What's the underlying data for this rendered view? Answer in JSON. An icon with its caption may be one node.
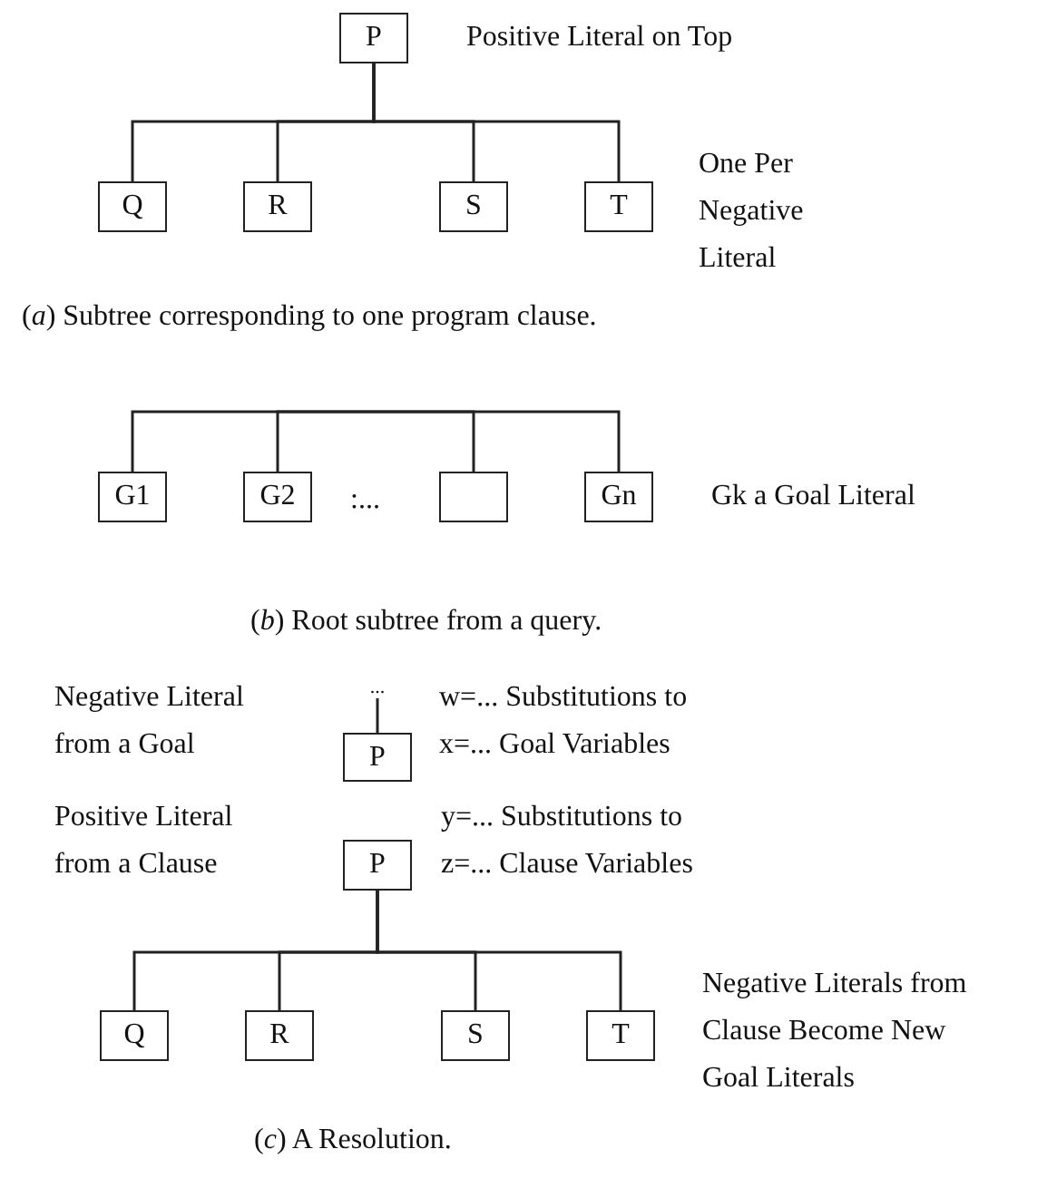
{
  "diagram": {
    "nodes": [
      {
        "text": [
          "P"
        ],
        "beside": [
          "Positive Literal on Top"
        ]
      },
      {
        "text": [
          "Q"
        ]
      },
      {
        "text": [
          "R"
        ]
      },
      {
        "text": [
          "S"
        ]
      },
      {
        "text": [
          "T"
        ]
      },
      {
        "text": [
          "G1"
        ]
      },
      {
        "text": [
          "G2"
        ]
      },
      {
        "text": [],
        "shape": "box"
      },
      {
        "text": [
          "Gn"
        ]
      },
      {
        "text": [
          "..."
        ]
      },
      {
        "text": [
          "P"
        ],
        "beside": [
          "Negative Literal from a Goal"
        ]
      },
      {
        "text": [
          "P"
        ],
        "beside": [
          "Positive Literal from a Clause"
        ]
      },
      {
        "text": [
          "Q"
        ]
      },
      {
        "text": [
          "R"
        ]
      },
      {
        "text": [
          "S"
        ]
      },
      {
        "text": [
          "T"
        ]
      }
    ],
    "edges": [
      {
        "from": 0,
        "to": 1,
        "arrow": "none"
      },
      {
        "from": 0,
        "to": 2,
        "arrow": "none"
      },
      {
        "from": 0,
        "to": 3,
        "arrow": "none"
      },
      {
        "from": 0,
        "to": 4,
        "arrow": "none"
      },
      {
        "from": null,
        "to": 5,
        "arrow": "none"
      },
      {
        "from": null,
        "to": 6,
        "arrow": "none"
      },
      {
        "from": null,
        "to": 7,
        "arrow": "none"
      },
      {
        "from": null,
        "to": 8,
        "arrow": "none"
      },
      {
        "from": 9,
        "to": 10,
        "arrow": "none"
      },
      {
        "from": 11,
        "to": 12,
        "arrow": "none"
      },
      {
        "from": 11,
        "to": 13,
        "arrow": "none"
      },
      {
        "from": 11,
        "to": 14,
        "arrow": "none"
      },
      {
        "from": 11,
        "to": 15,
        "arrow": "none"
      }
    ],
    "labels": [
      "One Per Negative Literal",
      "(*a*) Subtree corresponding to one program clause.",
      ":...",
      "Gk a Goal Literal",
      "(*b*) Root subtree from a query.",
      "w=... Substitutions to",
      "x=... Goal Variables",
      "y=... Substitutions to",
      "z=... Clause Variables",
      "Negative Literals from Clause Become New Goal Literals",
      "(*c*) A Resolution."
    ]
  }
}
